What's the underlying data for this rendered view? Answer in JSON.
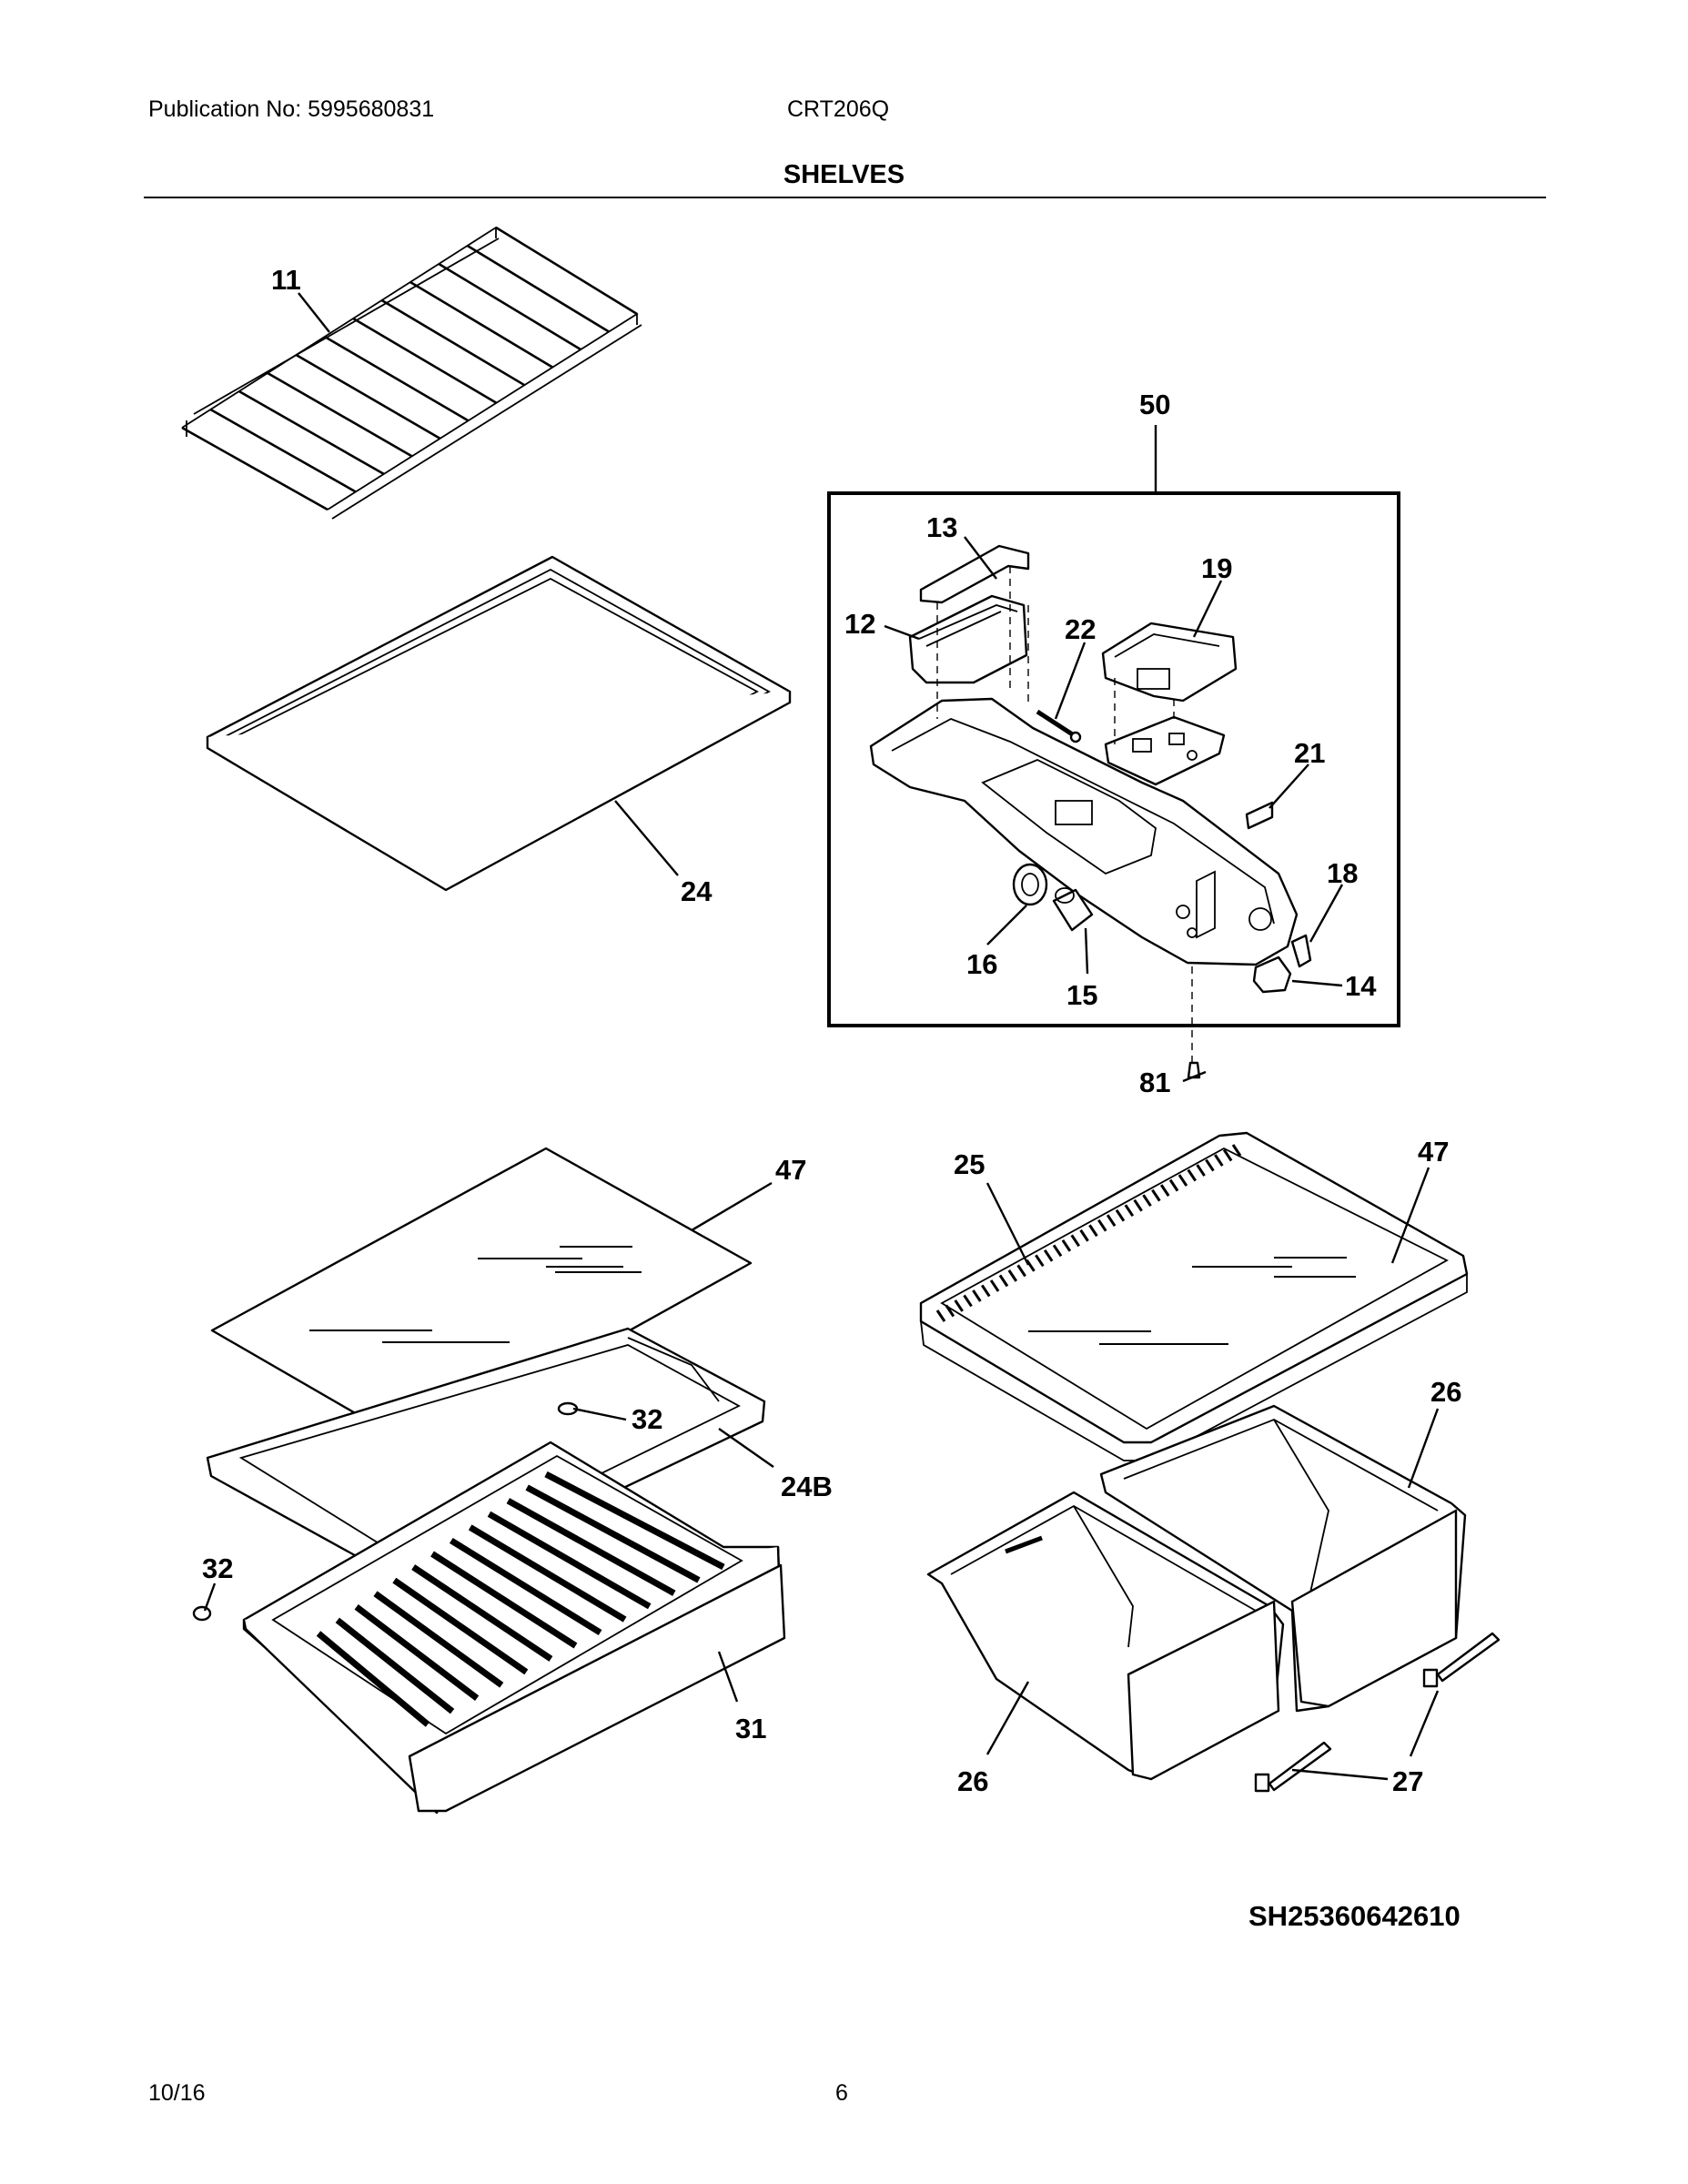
{
  "header": {
    "publication": "Publication No: 5995680831",
    "model": "CRT206Q",
    "title": "SHELVES"
  },
  "footer": {
    "date": "10/16",
    "page": "6"
  },
  "diagram": {
    "code": "SH25360642610",
    "callouts": {
      "c11": "11",
      "c24": "24",
      "c50": "50",
      "c13": "13",
      "c19": "19",
      "c12": "12",
      "c22": "22",
      "c21": "21",
      "c18": "18",
      "c16": "16",
      "c15": "15",
      "c14": "14",
      "c81": "81",
      "c47a": "47",
      "c32a": "32",
      "c24b": "24B",
      "c32b": "32",
      "c31": "31",
      "c25": "25",
      "c47b": "47",
      "c26a": "26",
      "c26b": "26",
      "c27": "27"
    }
  }
}
